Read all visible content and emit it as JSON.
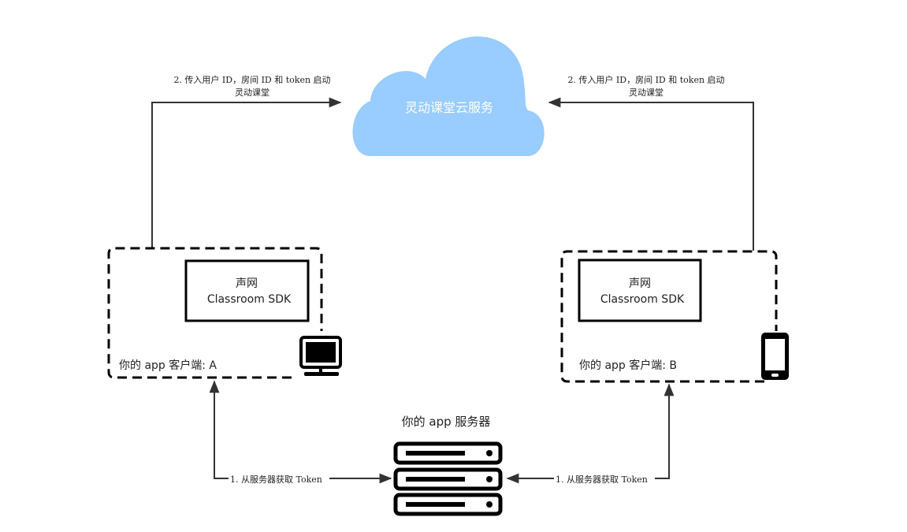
{
  "colors": {
    "cloud": "#99ccff",
    "line": "#333333",
    "box_border": "#000000",
    "text": "#222222"
  },
  "cloud": {
    "label": "灵动课堂云服务",
    "icon": "cloud-icon"
  },
  "client_a": {
    "label": "你的 app 客户端: A",
    "sdk_line1": "声网",
    "sdk_line2": "Classroom SDK",
    "icon": "desktop-monitor-icon"
  },
  "client_b": {
    "label": "你的 app 客户端: B",
    "sdk_line1": "声网",
    "sdk_line2": "Classroom SDK",
    "icon": "mobile-phone-icon"
  },
  "server": {
    "label": "你的 app 服务器",
    "icon": "server-rack-icon"
  },
  "edges": {
    "a_to_cloud_line1": "2. 传入用户 ID，房间 ID 和 token 启动",
    "a_to_cloud_line2": "灵动课堂",
    "b_to_cloud_line1": "2. 传入用户 ID，房间 ID 和 token 启动",
    "b_to_cloud_line2": "灵动课堂",
    "a_server": "1. 从服务器获取 Token",
    "b_server": "1. 从服务器获取 Token"
  }
}
